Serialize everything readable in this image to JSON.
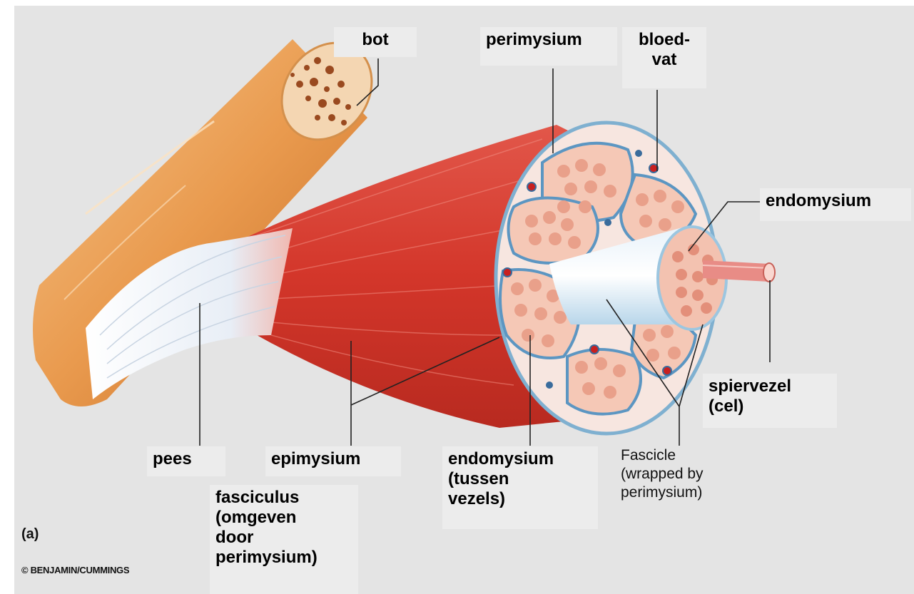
{
  "labels": {
    "bot": "bot",
    "perimysium": "perimysium",
    "bloedvat": "bloed-\nvat",
    "endomysium_right": "endomysium",
    "spiervezel": "spiervezel\n(cel)",
    "pees": "pees",
    "epimysium": "epimysium",
    "endomysium_bottom": "endomysium\n(tussen\nvezels)",
    "fascicle": "Fascicle\n(wrapped by\nperimysium)",
    "fasciculus": "fasciculus\n(omgeven\ndoor\nperimysium)"
  },
  "figure_letter": "(a)",
  "copyright": "© BENJAMIN/CUMMINGS",
  "colors": {
    "background": "#e4e4e4",
    "muscle": "#d4382c",
    "bone": "#e89a4c",
    "tendon": "#f2f4f8",
    "fiber": "#f3b6a0",
    "perimysium": "#bfe0f0"
  }
}
